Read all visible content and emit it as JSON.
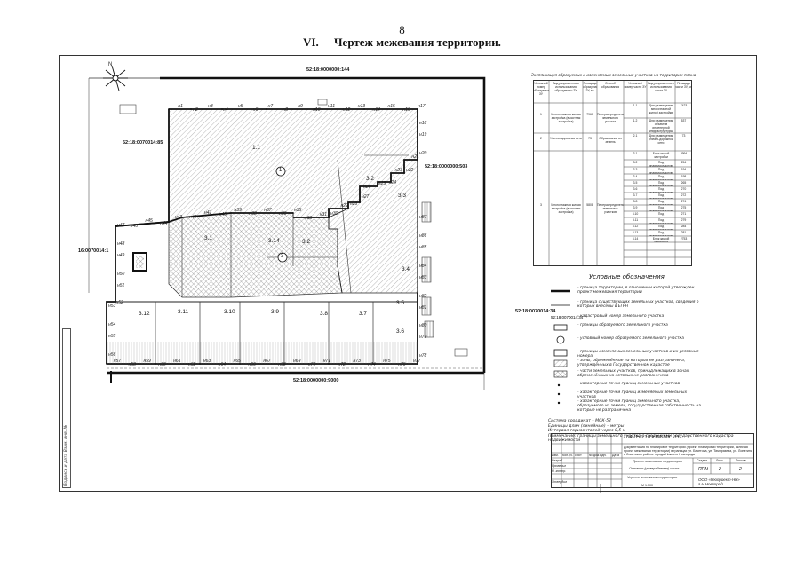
{
  "page": {
    "number": "8",
    "section_num": "VI.",
    "section_title": "Чертеж межевания территории."
  },
  "map": {
    "cadastral": {
      "top": "52:18:0000000:144",
      "left_upper": "52:18:0070014:85",
      "right_mid": "52:18:0000000:503",
      "left_mid": "16:0070014:1",
      "left_lower": "52:18:0070014:34",
      "bottom": "52:18:0000000:9000"
    },
    "zones": [
      "1.1",
      "3.2",
      "3.3",
      "3.1",
      "3.14",
      "3.2",
      "3.12",
      "3.11",
      "3.10",
      "3.9",
      "3.8",
      "3.7",
      "3.6",
      "3.5",
      "3.4"
    ],
    "zone_circle_1": "1",
    "zone_circle_2": "3",
    "points": [
      "н1",
      "н2",
      "н3",
      "н4",
      "н5",
      "н6",
      "н7",
      "н8",
      "н9",
      "н10",
      "н11",
      "н12",
      "н13",
      "н14",
      "н15",
      "н16",
      "н17",
      "н18",
      "н19",
      "н20",
      "н21",
      "н22",
      "н23",
      "н24",
      "н25",
      "н26",
      "н27",
      "н28",
      "н29",
      "н30",
      "н31",
      "н33",
      "н35",
      "н36",
      "н37",
      "н38",
      "н39",
      "н40",
      "н41",
      "н42",
      "н43",
      "н44",
      "н45",
      "н46",
      "н47",
      "н48",
      "н49",
      "н50",
      "н51",
      "н52",
      "н53",
      "н54",
      "н55",
      "н56",
      "н57",
      "н58",
      "н59",
      "н60",
      "н61",
      "н62",
      "н63",
      "н64",
      "н65",
      "н66",
      "н67",
      "н68",
      "н69",
      "н70",
      "н71",
      "н72",
      "н73",
      "н74",
      "н75",
      "н76",
      "н77",
      "н78",
      "н79",
      "н80",
      "н81",
      "н82",
      "н83",
      "н84",
      "н85",
      "н86",
      "н87"
    ],
    "compass": "N"
  },
  "explication": {
    "title": "Экспликация образуемых и изменяемых земельных участков на территории плана территории",
    "headers": [
      "Условный номер образуемого ЗУ",
      "Вид разрешенного использования образуемого ЗУ",
      "Площадь образуемого ЗУ, м²",
      "Способ образования",
      "Условный номер части ЗУ",
      "Вид разрешенного использования части ЗУ",
      "Площадь части ЗУ, м²"
    ],
    "groups": [
      {
        "no": "1",
        "use": "Многоэтажная жилая застройка (высотная застройка)",
        "area": "7960",
        "method": "Перераспределение земельного участка"
      },
      {
        "no": "2",
        "use": "Улично-дорожная сеть",
        "area": "73",
        "method": "Образование из земель"
      },
      {
        "no": "3",
        "use": "Многоэтажная жилая застройка (высотная застройка)",
        "area": "5808",
        "method": "Перераспределение земельных участков"
      }
    ],
    "parts": [
      {
        "no": "1.1",
        "use": "Для размещения многоэтажной жилой застройки",
        "area": "7423"
      },
      {
        "no": "1.2",
        "use": "Для размещения объектов инженерной инфраструктуры",
        "area": "537"
      },
      {
        "no": "2.1",
        "use": "Для размещения улично-дорожной сети",
        "area": "73"
      },
      {
        "no": "3.1",
        "use": "Блок жилой застройки",
        "area": "2994"
      },
      {
        "no": "3.2",
        "use": "Под индивидуальную жилую застройку",
        "area": "254"
      },
      {
        "no": "3.3",
        "use": "Под индивидуальную жилую застройку",
        "area": "194"
      },
      {
        "no": "3.4",
        "use": "Под индивидуальную жилую застройку",
        "area": "198"
      },
      {
        "no": "3.5",
        "use": "Под индивидуальную жилую застройку",
        "area": "265"
      },
      {
        "no": "3.6",
        "use": "Под индивидуальную жилую застройку",
        "area": "270"
      },
      {
        "no": "3.7",
        "use": "Под индивидуальную жилую застройку",
        "area": "272"
      },
      {
        "no": "3.8",
        "use": "Под индивидуальную жилую застройку",
        "area": "274"
      },
      {
        "no": "3.9",
        "use": "Под индивидуальную жилую застройку",
        "area": "275"
      },
      {
        "no": "3.10",
        "use": "Под индивидуальную жилую застройку",
        "area": "271"
      },
      {
        "no": "3.11",
        "use": "Под индивидуальную жилую застройку",
        "area": "279"
      },
      {
        "no": "3.12",
        "use": "Под индивидуальную жилую застройку",
        "area": "284"
      },
      {
        "no": "3.13",
        "use": "Под индивидуальную жилую застройку",
        "area": "281"
      },
      {
        "no": "3.14",
        "use": "Блок жилой застройки",
        "area": "2753"
      }
    ]
  },
  "legend": {
    "title": "Условные обозначения",
    "items": [
      "- граница территории, в отношении которой утвержден проект межевания территории",
      "- граница существующих земельных участков, сведения о которых внесены в ЕГРН",
      "- кадастровый номер земельного участка",
      "- границы образуемого земельного участка",
      "- условный номер образуемого земельного участка",
      "- границы изменяемых земельных участков и их условные номера",
      "- зоны, обременённые на которых не разграничена, утверждённых в Государственном кадастре",
      "- части земельных участков, принадлежащих в зонах, обременённых на которых не разграничена",
      "- характерные точки границ земельных участков",
      "- характерные точки границ изменяемых земельных участков",
      "- характерные точки границ земельного участка, образуемого из земель, государственная собственность на которые не разграничена"
    ]
  },
  "notes": [
    "Система координат – МСК-52",
    "Единицы длин (линейные) – метры",
    "Интервал горизонталей через 0,5 м",
    "Примечание: границы земельного участка с сведениями Государственного кадастра недвижимости"
  ],
  "stamp": {
    "code": "04-05/21-ППМ-МК.ИЗ",
    "description": "Документация по планировке территории (проект планировки территории, включая проект межевания территории) в границах ул. Бекетова, ул. Тимирязева, ул. Лопатина в Советском районе города Нижнего Новгорода",
    "sheet_title": "Проект межевания территории",
    "part": "Основная (утверждаемая) часть",
    "drawing": "Чертеж межевания территории",
    "stage": "ППМ",
    "sheet": "2",
    "sheets": "2",
    "org": "ООО «Геопроект-НН» г.Н.Новгород",
    "scale": "М 1:500",
    "col_stage": "Стадия",
    "col_sheet": "Лист",
    "col_sheets": "Листов",
    "roles": [
      "Разраб.",
      "Проверил",
      "Н. контр.",
      "Утвердил"
    ],
    "head_cols": [
      "Изм.",
      "Кол.уч.",
      "Лист",
      "№ док.",
      "Подп.",
      "Дата"
    ]
  },
  "side_text": "Подпись и дата  Взам. инв. №"
}
